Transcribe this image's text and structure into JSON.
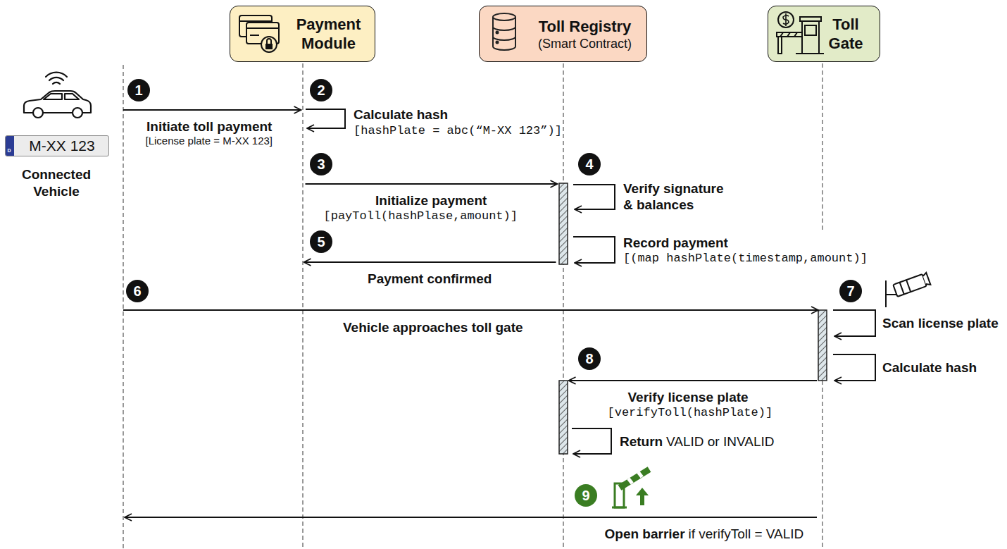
{
  "diagram": {
    "nodes": [
      {
        "text": [
          "Connected Vehicle"
        ]
      },
      {
        "text": [
          "M-XX 123"
        ],
        "in": 0
      },
      {
        "text": [
          "Payment Module"
        ]
      },
      {
        "text": [
          "Toll Registry",
          "(Smart Contract)"
        ]
      },
      {
        "text": [
          "Toll Gate"
        ]
      }
    ],
    "edges": [
      {
        "from": 0,
        "to": 2,
        "arrow": "to",
        "label": "Initiate toll payment"
      },
      {
        "from": 2,
        "to": 3,
        "arrow": "to",
        "label": "Initialize payment"
      },
      {
        "from": 3,
        "to": 2,
        "arrow": "to",
        "label": "Payment confirmed"
      },
      {
        "from": 0,
        "to": 4,
        "arrow": "to",
        "label": "Vehicle approaches toll gate"
      },
      {
        "from": 4,
        "to": 3,
        "arrow": "to",
        "label": "Verify license plate"
      },
      {
        "from": 4,
        "to": 0,
        "arrow": "to",
        "label": "Open barrier"
      }
    ],
    "labels": [
      "1",
      "[License plate = M-XX 123]",
      "2",
      "Calculate hash",
      "[hashPlate = abc(“M-XX 123”)]",
      "3",
      "[payToll(hashPlase,amount)]",
      "4",
      "Verify signature & balances",
      "Record payment",
      "[(map hashPlate(timestamp,amount)]",
      "5",
      "6",
      "7",
      "Scan license plate",
      "Calculate hash",
      "8",
      "[verifyToll(hashPlate)]",
      "Return",
      "VALID or INVALID",
      "9",
      "if verifyToll = VALID",
      "D"
    ]
  }
}
